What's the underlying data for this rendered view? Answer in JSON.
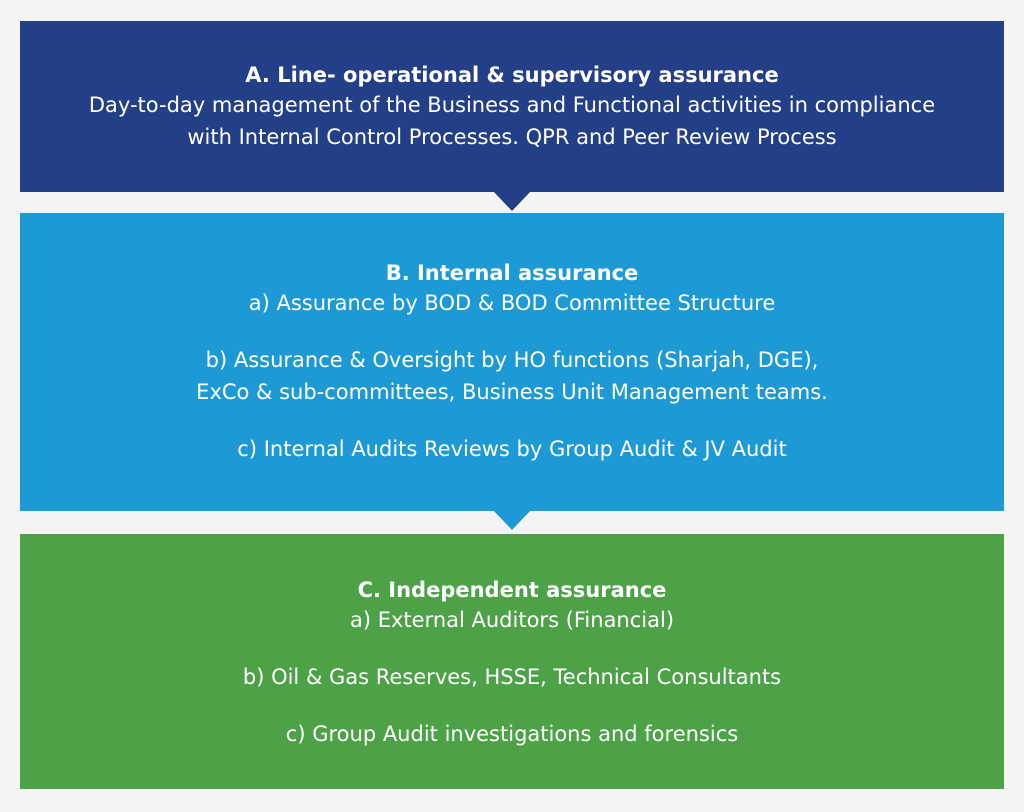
{
  "sections": {
    "a": {
      "title": "A. Line- operational & supervisory assurance",
      "lines": [
        "Day-to-day management of the Business and Functional activities in compliance",
        "with Internal Control Processes. QPR and Peer Review Process"
      ],
      "color": "#233f87"
    },
    "b": {
      "title": "B. Internal assurance",
      "items": [
        [
          "a) Assurance by BOD & BOD Committee Structure"
        ],
        [
          "b) Assurance & Oversight by HO functions (Sharjah, DGE),",
          "ExCo & sub-committees, Business Unit Management teams."
        ],
        [
          "c) Internal Audits Reviews by Group Audit & JV Audit"
        ]
      ],
      "color": "#1d9ad6"
    },
    "c": {
      "title": "C. Independent assurance",
      "items": [
        [
          "a) External Auditors (Financial)"
        ],
        [
          "b) Oil & Gas Reserves, HSSE, Technical Consultants"
        ],
        [
          "c) Group Audit investigations and forensics"
        ]
      ],
      "color": "#4da247"
    }
  }
}
